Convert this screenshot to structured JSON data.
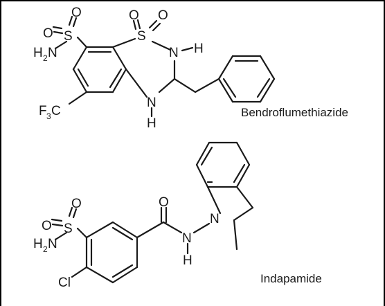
{
  "compounds": [
    {
      "name": "Bendroflumethiazide",
      "atoms": {
        "O1": "O",
        "S1": "S",
        "O2": "O",
        "N1": "N",
        "H2": "H",
        "N1sub": "2",
        "F": "F",
        "F_sub": "3",
        "C": "C",
        "O3": "O",
        "S2": "S",
        "O4": "O",
        "N2": "N",
        "H_N2": "H",
        "N3": "N",
        "H_N3": "H"
      }
    },
    {
      "name": "Indapamide",
      "atoms": {
        "O1": "O",
        "S1": "S",
        "O2": "O",
        "N1": "N",
        "H2": "H",
        "N1sub": "2",
        "Cl": "Cl",
        "O3": "O",
        "N2": "N",
        "H_N2": "H",
        "N3": "N"
      }
    }
  ],
  "colors": {
    "ink": "#1a1a1a",
    "frame": "#000000",
    "background": "#ffffff"
  }
}
